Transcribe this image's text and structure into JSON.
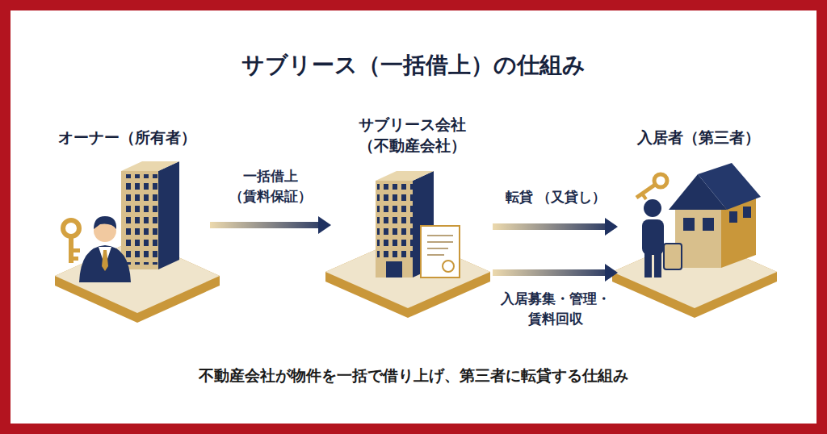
{
  "diagram": {
    "title": "サブリース（一括借上）の仕組み",
    "caption": "不動産会社が物件を一括で借り上げ、第三者に転貸する仕組み",
    "nodes": [
      {
        "text": [
          "オーナー（所有者）"
        ]
      },
      {
        "text": [
          "サブリース会社 （不動産会社）"
        ]
      },
      {
        "text": [
          "入居者（第三者）"
        ]
      }
    ],
    "edges": [
      {
        "from": 0,
        "to": 1,
        "label": "一括借上 （賃料保証）",
        "arrow": "to"
      },
      {
        "from": 1,
        "to": 2,
        "label": "転貸 （又貸し）",
        "arrow": "to"
      },
      {
        "from": 1,
        "to": 2,
        "label": "入居募集・管理・ 賃料回収",
        "arrow": "to"
      }
    ]
  }
}
